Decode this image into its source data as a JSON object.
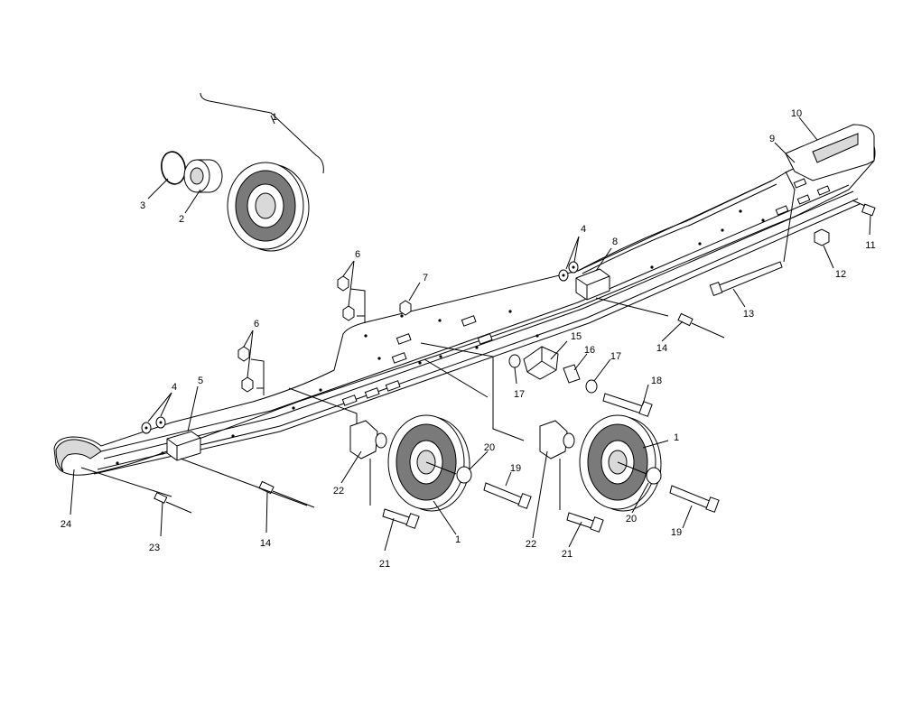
{
  "callouts": [
    {
      "id": "c1a",
      "label": "1"
    },
    {
      "id": "c2",
      "label": "2"
    },
    {
      "id": "c3",
      "label": "3"
    },
    {
      "id": "c4a",
      "label": "4"
    },
    {
      "id": "c4b",
      "label": "4"
    },
    {
      "id": "c5",
      "label": "5"
    },
    {
      "id": "c6a",
      "label": "6"
    },
    {
      "id": "c6b",
      "label": "6"
    },
    {
      "id": "c7",
      "label": "7"
    },
    {
      "id": "c8",
      "label": "8"
    },
    {
      "id": "c9",
      "label": "9"
    },
    {
      "id": "c10",
      "label": "10"
    },
    {
      "id": "c11",
      "label": "11"
    },
    {
      "id": "c12",
      "label": "12"
    },
    {
      "id": "c13",
      "label": "13"
    },
    {
      "id": "c14a",
      "label": "14"
    },
    {
      "id": "c14b",
      "label": "14"
    },
    {
      "id": "c15",
      "label": "15"
    },
    {
      "id": "c16",
      "label": "16"
    },
    {
      "id": "c17a",
      "label": "17"
    },
    {
      "id": "c17b",
      "label": "17"
    },
    {
      "id": "c18",
      "label": "18"
    },
    {
      "id": "c19a",
      "label": "19"
    },
    {
      "id": "c19b",
      "label": "19"
    },
    {
      "id": "c20a",
      "label": "20"
    },
    {
      "id": "c20b",
      "label": "20"
    },
    {
      "id": "c21a",
      "label": "21"
    },
    {
      "id": "c21b",
      "label": "21"
    },
    {
      "id": "c22a",
      "label": "22"
    },
    {
      "id": "c22b",
      "label": "22"
    },
    {
      "id": "c23",
      "label": "23"
    },
    {
      "id": "c24",
      "label": "24"
    },
    {
      "id": "c1b",
      "label": "1"
    },
    {
      "id": "c1c",
      "label": "1"
    }
  ]
}
